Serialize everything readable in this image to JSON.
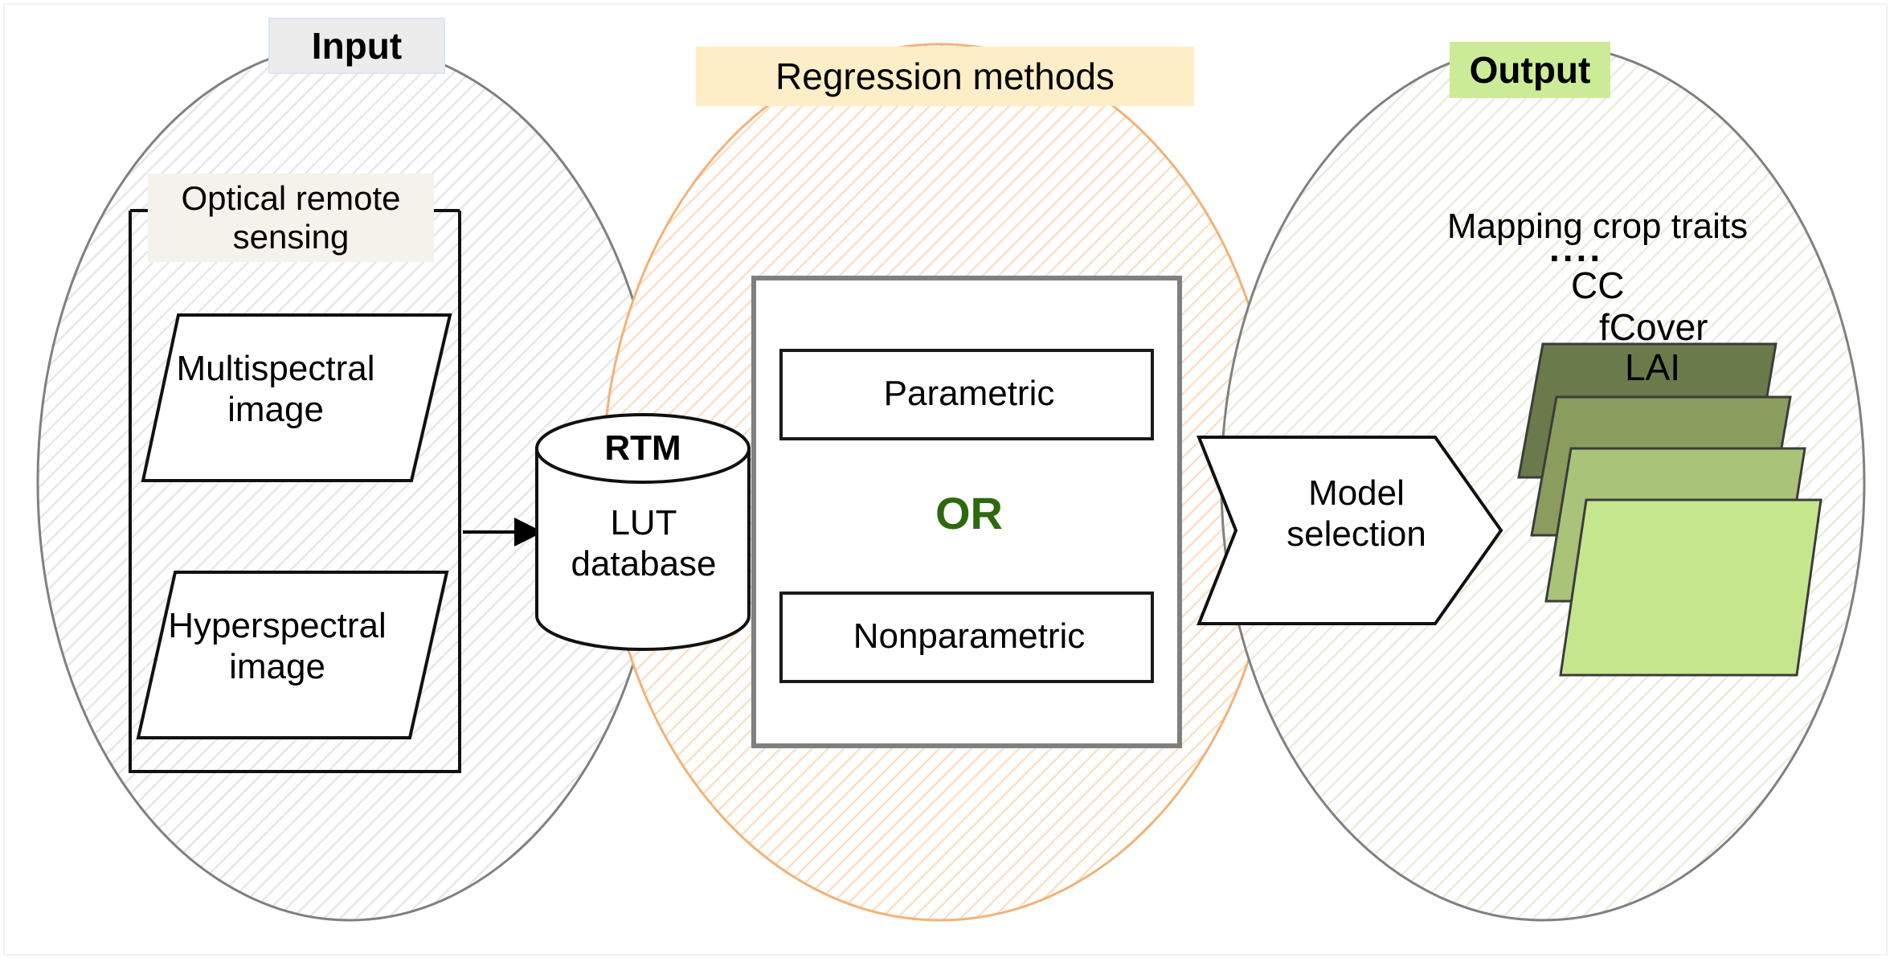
{
  "diagram": {
    "title_stages": [
      "Input",
      "Regression methods",
      "Output"
    ],
    "accent_colors": {
      "input_chip_bg": "#ececec",
      "input_chip_border": "#dce6f2",
      "regression_chip_bg": "#fdeec8",
      "output_chip_bg": "#cceb96",
      "group_label_bg": "#f5f2eb",
      "or_text": "#2d6a0e",
      "input_hatch": "#e8e8ee",
      "regression_hatch": "#f7d7b5",
      "output_hatch": "#e3ecd4",
      "ellipse_stroke": "#808080",
      "regression_ellipse_stroke": "#f0b070",
      "box_stroke": "#7f7f7f",
      "inner_box_stroke": "#1a1a1a"
    }
  },
  "input_stage": {
    "badge": "Input",
    "group_label": "Optical remote\nsensing",
    "items": [
      {
        "label": "Multispectral\nimage",
        "shape": "parallelogram"
      },
      {
        "label": "Hyperspectral\nimage",
        "shape": "parallelogram"
      }
    ]
  },
  "database": {
    "top_label": "RTM",
    "body_label": "LUT\ndatabase",
    "shape": "cylinder"
  },
  "regression_stage": {
    "badge": "Regression methods",
    "options": [
      {
        "label": "Parametric"
      },
      {
        "label": "Nonparametric"
      }
    ],
    "connector": "OR"
  },
  "model_selection": {
    "label": "Model\nselection",
    "shape": "chevron-arrow"
  },
  "output_stage": {
    "badge": "Output",
    "caption": "Mapping crop traits",
    "layers": [
      {
        "label": "....",
        "fill": "#6b7a4a"
      },
      {
        "label": "CC",
        "fill": "#8a9d5e"
      },
      {
        "label": "fCover",
        "fill": "#a9c379"
      },
      {
        "label": "LAI",
        "fill": "#c6e68d"
      }
    ]
  },
  "flow_arrows": [
    {
      "from": "input-group-box",
      "to": "lut-database"
    },
    {
      "from": "lut-database",
      "to": "regression-box"
    }
  ]
}
